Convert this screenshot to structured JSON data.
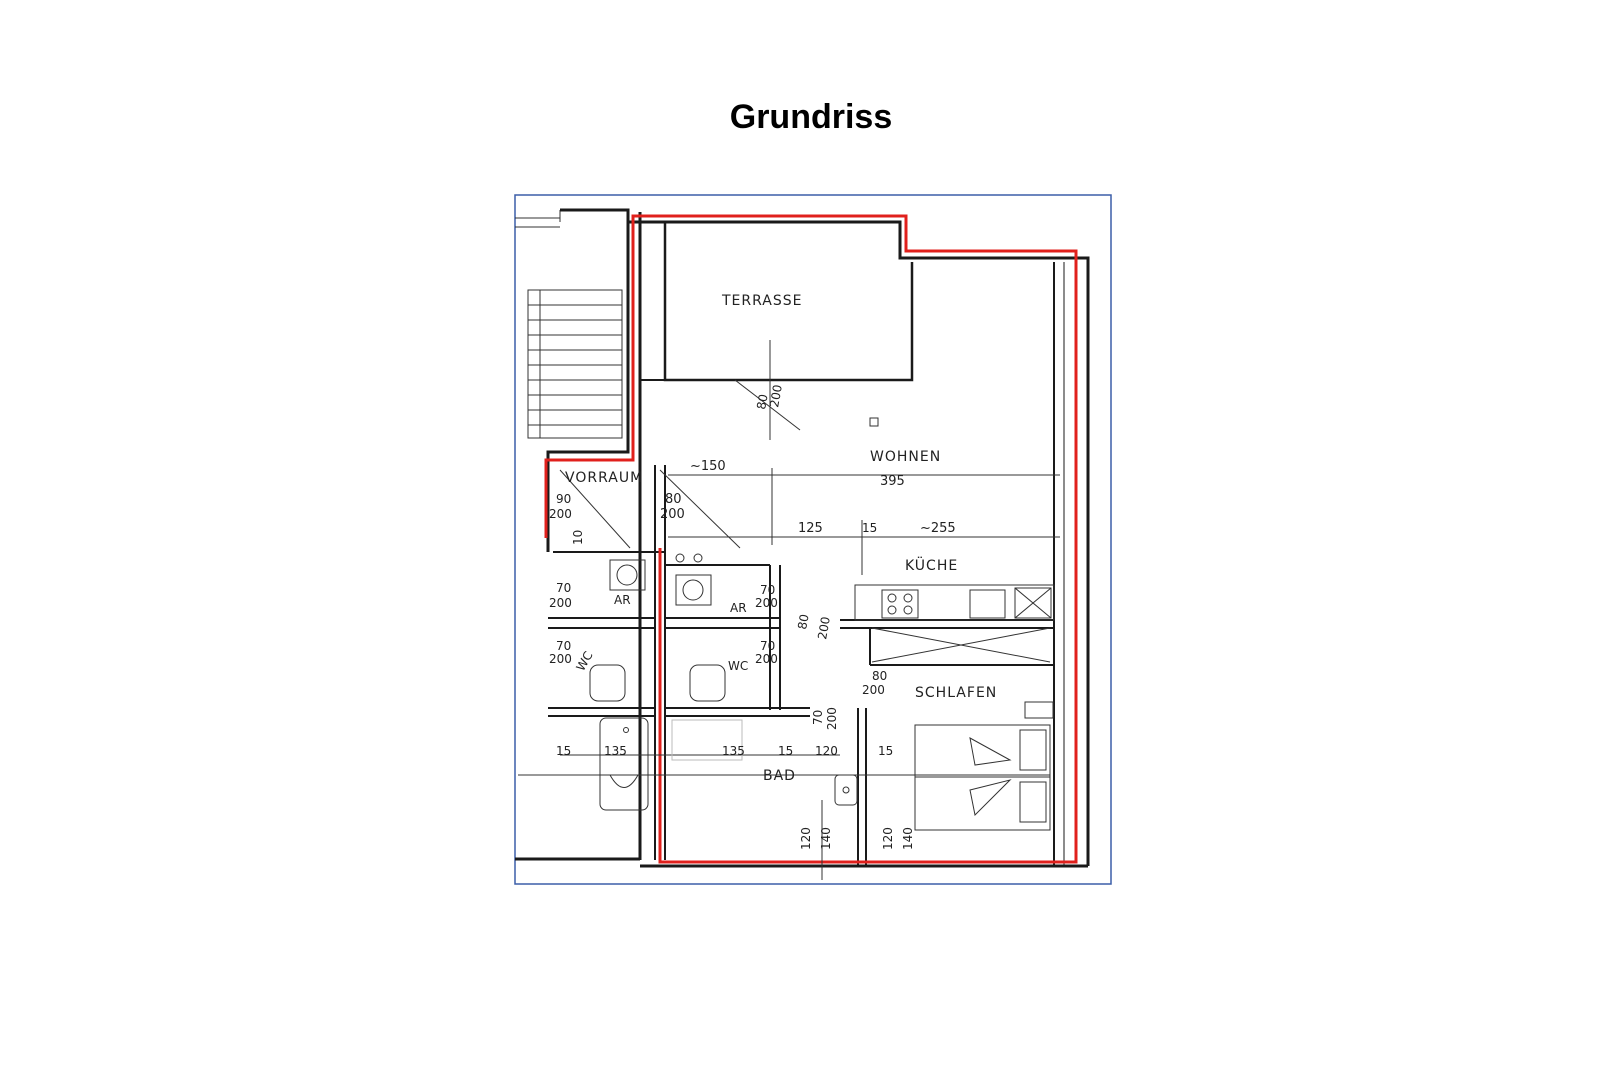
{
  "title": "Grundriss",
  "rooms": {
    "terrasse": "TERRASSE",
    "wohnen": "WOHNEN",
    "kueche": "KÜCHE",
    "vorraum": "VORRAUM",
    "schlafen": "SCHLAFEN",
    "bad": "BAD",
    "ar_left": "AR",
    "ar_right": "AR",
    "wc_left": "WC",
    "wc_right": "WC"
  },
  "dims": {
    "d_80_200_terrace_a": "80",
    "d_80_200_terrace_b": "200",
    "d_150": "~150",
    "d_395": "395",
    "d_125": "125",
    "d_15_mid": "15",
    "d_255": "~255",
    "d_90_200_a": "90",
    "d_90_200_b": "200",
    "d_80_200_vor_a": "80",
    "d_80_200_vor_b": "200",
    "d_10": "10",
    "d_70_200_l1_a": "70",
    "d_70_200_l1_b": "200",
    "d_70_200_r1_a": "70",
    "d_70_200_r1_b": "200",
    "d_80_200_v_a": "80",
    "d_80_200_v_b": "200",
    "d_70_200_l2_a": "70",
    "d_70_200_l2_b": "200",
    "d_70_200_r2_a": "70",
    "d_70_200_r2_b": "200",
    "d_80_200_s_a": "80",
    "d_80_200_s_b": "200",
    "d_70_200_bad_a": "70",
    "d_70_200_bad_b": "200",
    "d_15_a": "15",
    "d_135_a": "135",
    "d_135_b": "135",
    "d_15_b": "15",
    "d_120": "120",
    "d_15_c": "15",
    "d_120_140_a_a": "120",
    "d_120_140_a_b": "140",
    "d_120_140_b_a": "120",
    "d_120_140_b_b": "140"
  },
  "colors": {
    "outline_red": "#e0201c",
    "frame_blue": "#3b5ea8"
  }
}
